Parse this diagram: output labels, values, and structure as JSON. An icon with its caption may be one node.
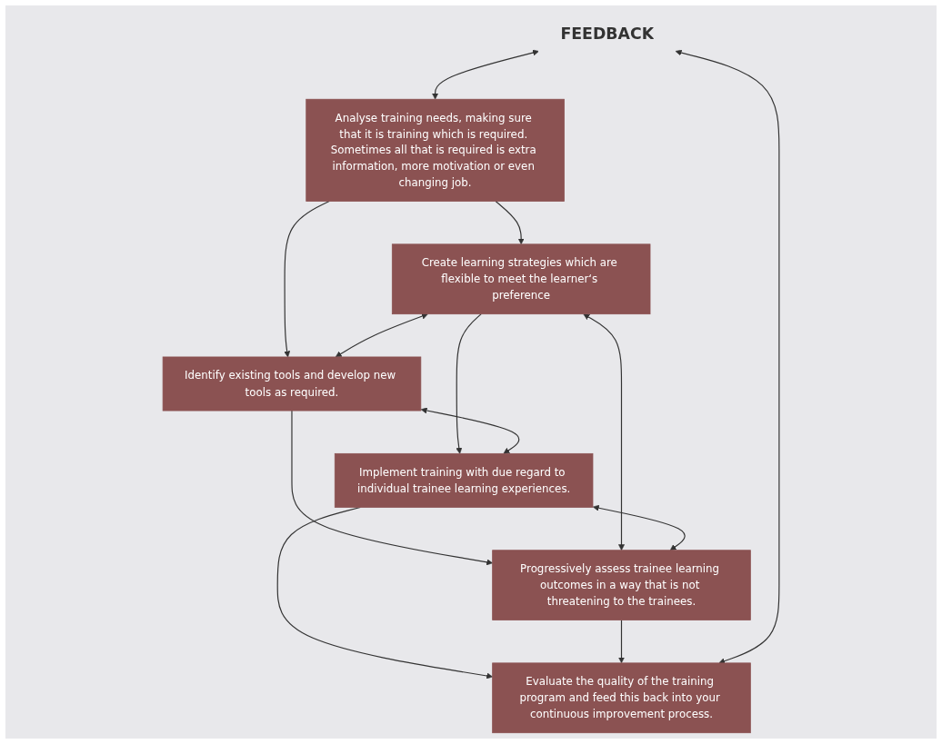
{
  "diagram": {
    "nodes": [
      {
        "text": [
          "Analyse training needs, making sure that it is training which is required. Sometimes all that is required is extra information, more motivation or even changing job."
        ]
      },
      {
        "text": [
          "Create learning strategies which are flexible to meet the learner‘s preference"
        ]
      },
      {
        "text": [
          "Identify existing tools and develop new tools as required."
        ]
      },
      {
        "text": [
          "Implement training with due regard to individual trainee learning experiences."
        ]
      },
      {
        "text": [
          "Progressively assess trainee learning outcomes in a way that is not threatening to the trainees."
        ]
      },
      {
        "text": [
          "FEEDBACK"
        ]
      },
      {
        "text": [
          "Evaluate the quality of the training program and feed this back into your continuous improvement process."
        ]
      }
    ],
    "edges": [
      {
        "from": 0,
        "to": 1,
        "arrow": "to"
      },
      {
        "from": 0,
        "to": 2,
        "arrow": "to"
      },
      {
        "from": 1,
        "to": 2,
        "arrow": "both"
      },
      {
        "from": 1,
        "to": 3,
        "arrow": "to"
      },
      {
        "from": 2,
        "to": 4,
        "arrow": "to"
      },
      {
        "from": 1,
        "to": 4,
        "arrow": "both"
      },
      {
        "from": 2,
        "to": 3,
        "arrow": "both"
      },
      {
        "from": 3,
        "to": 4,
        "arrow": "both"
      },
      {
        "from": 3,
        "to": 6,
        "arrow": "to"
      },
      {
        "from": 4,
        "to": 6,
        "arrow": "to"
      },
      {
        "from": 5,
        "to": 6,
        "arrow": "both"
      },
      {
        "from": 5,
        "to": 0,
        "arrow": "both"
      }
    ]
  }
}
